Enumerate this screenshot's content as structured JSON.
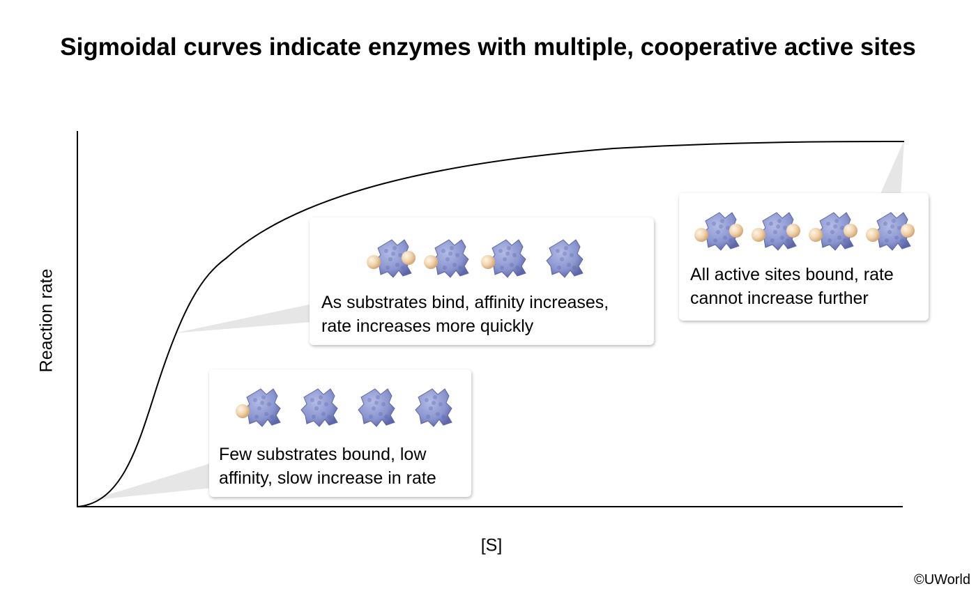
{
  "title": "Sigmoidal curves indicate enzymes with multiple, cooperative active sites",
  "axes": {
    "x_label": "[S]",
    "y_label": "Reaction rate"
  },
  "curve": {
    "type": "sigmoidal",
    "color": "#000000"
  },
  "callouts": [
    {
      "id": "low",
      "text": "Few substrates bound, low\naffinity, slow increase in rate",
      "bound_substrates": [
        1,
        0,
        0,
        0
      ]
    },
    {
      "id": "mid",
      "text": "As substrates bind, affinity increases,\nrate increases more quickly",
      "bound_substrates": [
        2,
        1,
        1,
        0
      ]
    },
    {
      "id": "high",
      "text": "All active sites bound, rate\ncannot increase further",
      "bound_substrates": [
        2,
        2,
        2,
        2
      ]
    }
  ],
  "colors": {
    "enzyme": "#8a95cf",
    "enzyme_dark": "#5d66a8",
    "substrate": "#f0d2aa",
    "substrate_dark": "#d6a878",
    "pointer": "#e6e6e6"
  },
  "copyright": "©UWorld"
}
